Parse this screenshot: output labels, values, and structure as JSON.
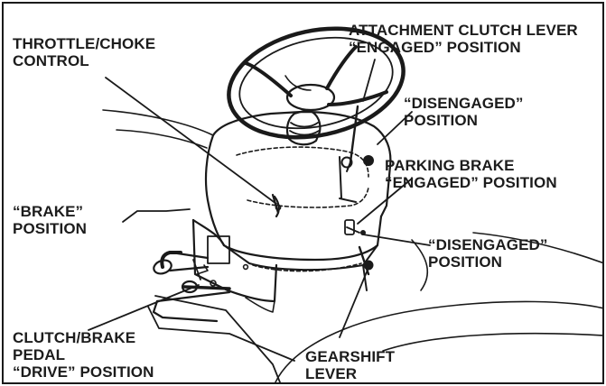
{
  "diagram": {
    "labels": {
      "throttle_choke": {
        "line1": "THROTTLE/CHOKE",
        "line2": "CONTROL"
      },
      "attachment_clutch_engaged": {
        "line1": "ATTACHMENT CLUTCH LEVER",
        "line2": "“ENGAGED” POSITION"
      },
      "attachment_clutch_disengaged": {
        "line1": "“DISENGAGED”",
        "line2": "POSITION"
      },
      "parking_brake_engaged": {
        "line1": "PARKING BRAKE",
        "line2": "“ENGAGED” POSITION"
      },
      "brake_position": {
        "line1": "“BRAKE”",
        "line2": "POSITION"
      },
      "parking_brake_disengaged": {
        "line1": "“DISENGAGED”",
        "line2": "POSITION"
      },
      "clutch_brake_pedal": {
        "line1": "CLUTCH/BRAKE",
        "line2": "PEDAL",
        "line3": "“DRIVE” POSITION"
      },
      "gearshift_lever": {
        "line1": "GEARSHIFT",
        "line2": "LEVER"
      }
    }
  }
}
